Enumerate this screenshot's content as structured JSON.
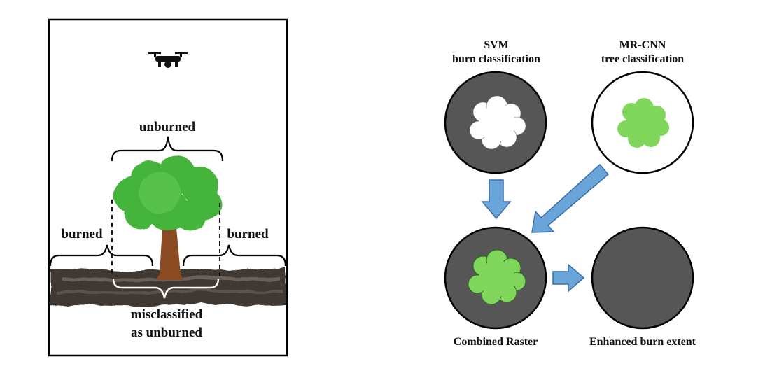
{
  "left_panel": {
    "label_unburned": "unburned",
    "label_burned_left": "burned",
    "label_burned_right": "burned",
    "label_misclassified_line1": "misclassified",
    "label_misclassified_line2": "as unburned",
    "icon": "drone-icon"
  },
  "right_panel": {
    "svm_title_line1": "SVM",
    "svm_title_line2": "burn classification",
    "mrcnn_title_line1": "MR-CNN",
    "mrcnn_title_line2": "tree classification",
    "combined_label": "Combined Raster",
    "enhanced_label": "Enhanced burn extent"
  },
  "colors": {
    "circle_dark": "#565656",
    "tree_green": "#45b43a",
    "blob_green": "#7fd65a",
    "trunk_brown": "#8a4a22",
    "soil_dark": "#3f3833",
    "arrow_blue": "#6aa5d9",
    "arrow_stroke": "#3a6ea8"
  }
}
